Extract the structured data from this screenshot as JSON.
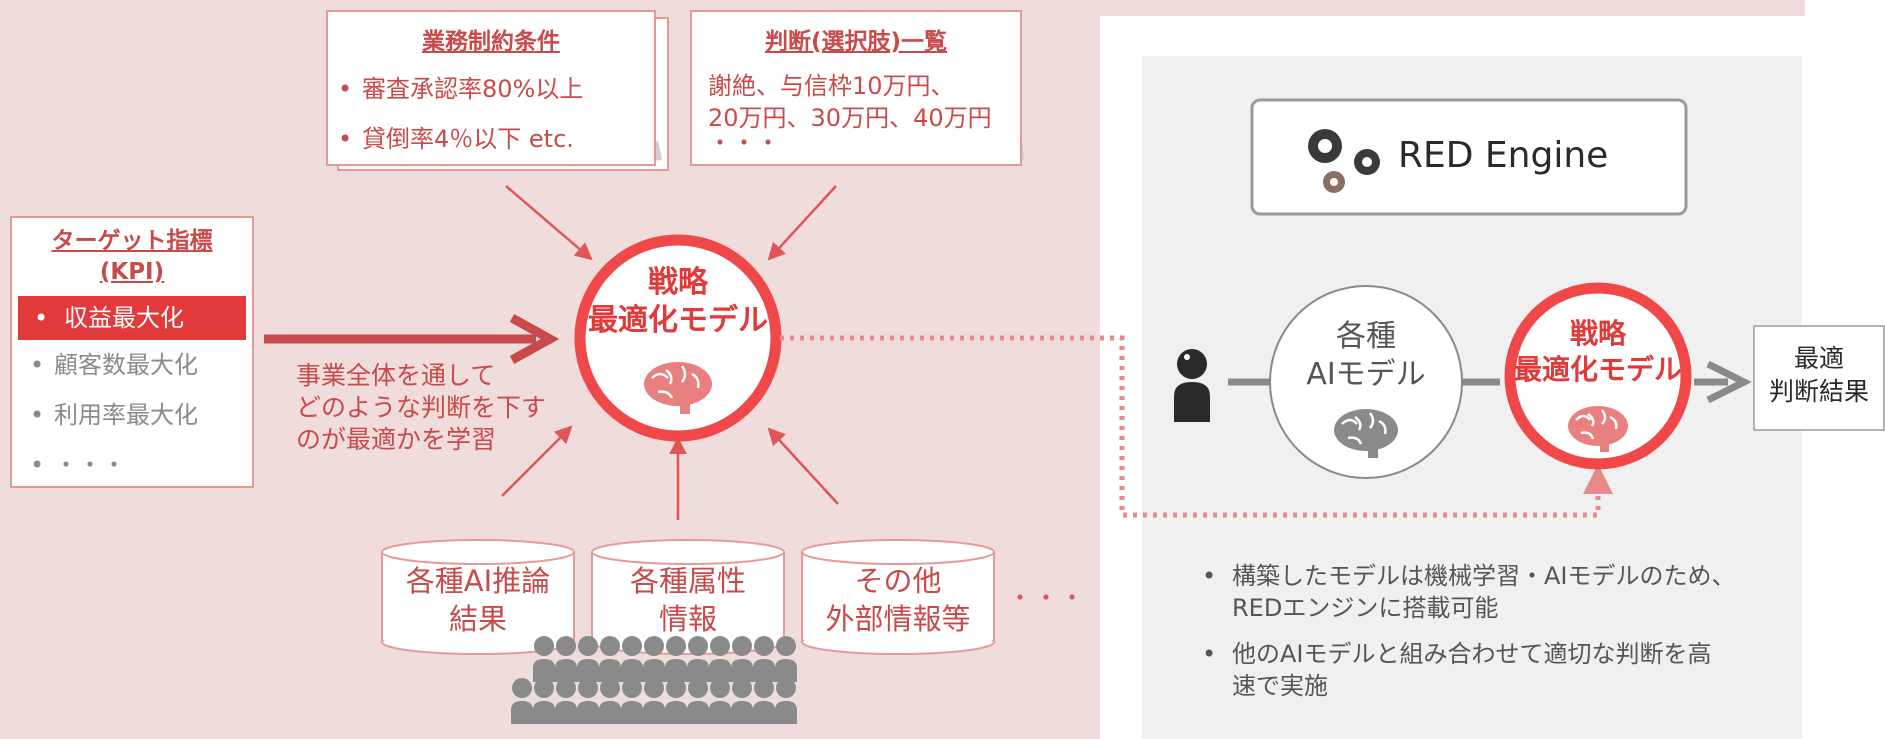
{
  "constraints": {
    "title": "業務制約条件",
    "items": [
      "審査承認率80%以上",
      "貸倒率4％以下 etc."
    ]
  },
  "choices": {
    "title": "判断(選択肢)一覧",
    "lines": [
      "謝絶、与信枠10万円、",
      "20万円、30万円、40万円",
      "・・・"
    ]
  },
  "kpi": {
    "title_line1": "ターゲット指標",
    "title_line2": "(KPI)",
    "highlight": "収益最大化",
    "items": [
      "顧客数最大化",
      "利用率最大化",
      "・・・"
    ]
  },
  "learning_text": [
    "事業全体を通して",
    "どのような判断を下す",
    "のが最適かを学習"
  ],
  "strategy_model": {
    "line1": "戦略",
    "line2": "最適化モデル"
  },
  "cylinders": [
    {
      "line1": "各種AI推論",
      "line2": "結果"
    },
    {
      "line1": "各種属性",
      "line2": "情報"
    },
    {
      "line1": "その他",
      "line2": "外部情報等"
    }
  ],
  "cylinders_more": "・・・",
  "engine": {
    "label": "RED Engine"
  },
  "ai_model": {
    "line1": "各種",
    "line2": "AIモデル"
  },
  "result": {
    "line1": "最適",
    "line2": "判断結果"
  },
  "bottom_bullets": [
    {
      "line1": "構築したモデルは機械学習・AIモデルのため、",
      "line2": "REDエンジンに搭載可能"
    },
    {
      "line1": "他のAIモデルと組み合わせて適切な判断を高",
      "line2": "速で実施"
    }
  ],
  "colors": {
    "accent": "#e03a3a",
    "pink_bg": "#f1dcdc",
    "text_red": "#c94a4a",
    "gray_panel": "#f0f0f0"
  }
}
